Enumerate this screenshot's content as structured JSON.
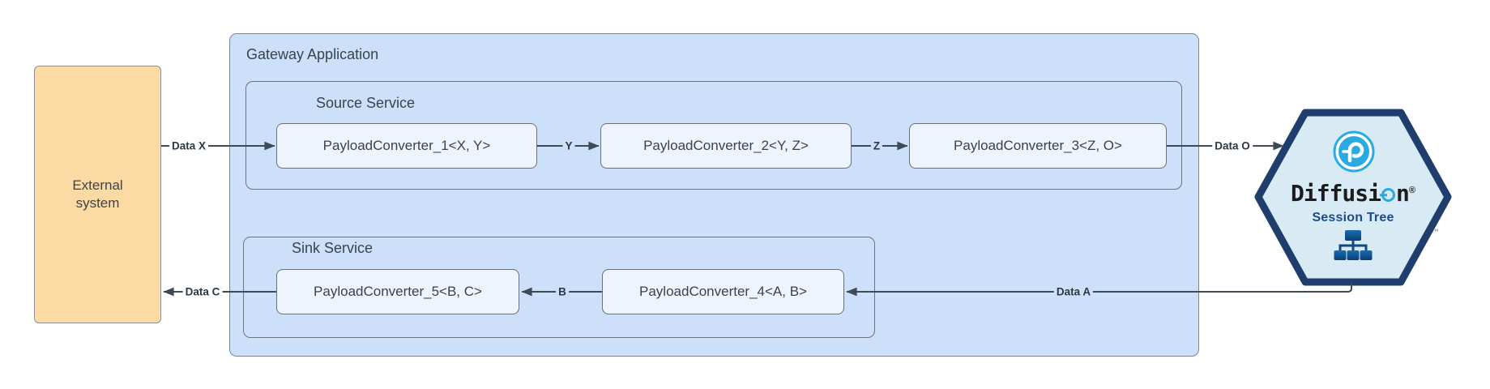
{
  "diagram": {
    "external_system": {
      "label": "External system"
    },
    "gateway": {
      "title": "Gateway Application",
      "source_service": {
        "title": "Source Service",
        "converters": [
          {
            "label": "PayloadConverter_1<X, Y>"
          },
          {
            "label": "PayloadConverter_2<Y, Z>"
          },
          {
            "label": "PayloadConverter_3<Z, O>"
          }
        ]
      },
      "sink_service": {
        "title": "Sink Service",
        "converters": [
          {
            "label": "PayloadConverter_5<B, C>"
          },
          {
            "label": "PayloadConverter_4<A, B>"
          }
        ]
      }
    },
    "diffusion": {
      "wordmark_pre": "Diffusi",
      "wordmark_post": "n",
      "registered_mark": "®",
      "subtitle": "Session Tree",
      "stray_mark": "\""
    },
    "flows": {
      "data_x": "Data X",
      "y": "Y",
      "z": "Z",
      "data_o": "Data O",
      "data_a": "Data A",
      "b": "B",
      "data_c": "Data C"
    },
    "colors": {
      "external_fill": "#fbdaa4",
      "container_fill": "#cce0f9",
      "converter_fill": "#eef4fd",
      "hexagon_fill": "#d8eaf4",
      "hexagon_border": "#1f3e6d",
      "accent_cyan": "#29abe2",
      "session_tree_navy": "#1b4c8c",
      "arrow": "#3f4a57"
    }
  }
}
